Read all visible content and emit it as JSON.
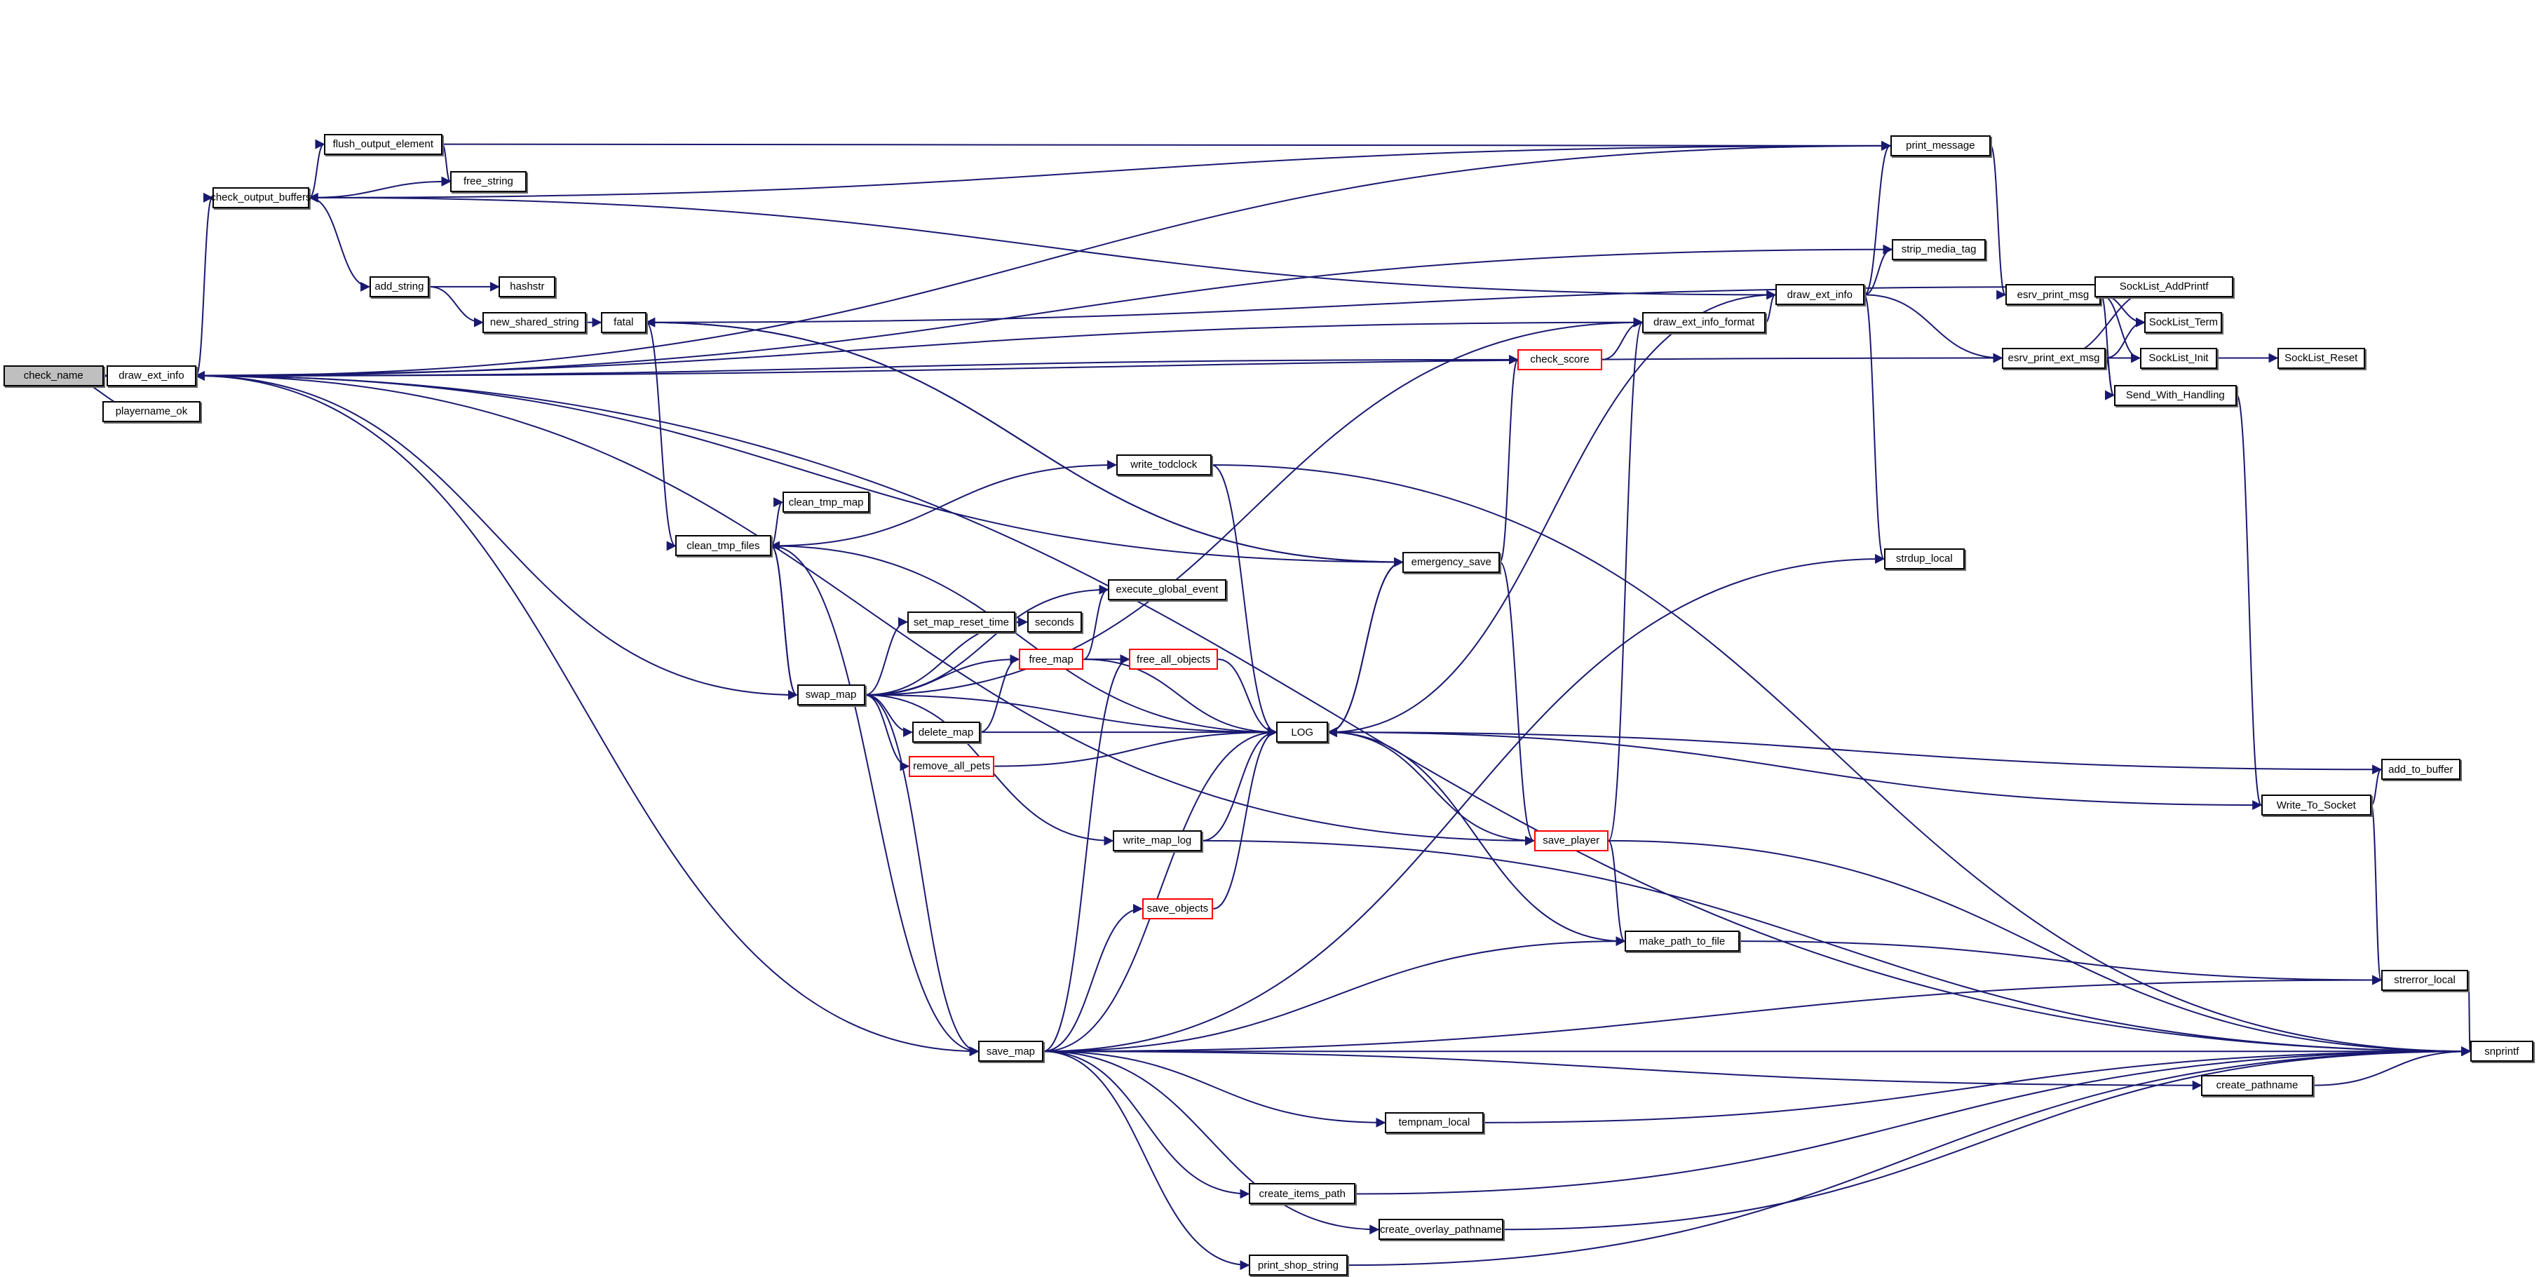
{
  "colors": {
    "edge": "#191970",
    "highlight_fill": "#bfbfbf",
    "incomplete_border": "#ff0000"
  },
  "nodes": [
    {
      "id": "check_name",
      "label": "check_name",
      "highlight": true
    },
    {
      "id": "draw_ext_info_a",
      "label": "draw_ext_info"
    },
    {
      "id": "playername_ok",
      "label": "playername_ok"
    },
    {
      "id": "check_output_buffers",
      "label": "check_output_buffers"
    },
    {
      "id": "flush_output_element",
      "label": "flush_output_element"
    },
    {
      "id": "free_string",
      "label": "free_string"
    },
    {
      "id": "add_string",
      "label": "add_string"
    },
    {
      "id": "hashstr",
      "label": "hashstr"
    },
    {
      "id": "new_shared_string",
      "label": "new_shared_string"
    },
    {
      "id": "fatal",
      "label": "fatal"
    },
    {
      "id": "clean_tmp_map",
      "label": "clean_tmp_map"
    },
    {
      "id": "write_todclock",
      "label": "write_todclock"
    },
    {
      "id": "clean_tmp_files",
      "label": "clean_tmp_files"
    },
    {
      "id": "emergency_save",
      "label": "emergency_save"
    },
    {
      "id": "execute_global_event",
      "label": "execute_global_event"
    },
    {
      "id": "set_map_reset_time",
      "label": "set_map_reset_time"
    },
    {
      "id": "seconds",
      "label": "seconds"
    },
    {
      "id": "free_map",
      "label": "free_map",
      "red": true
    },
    {
      "id": "free_all_objects",
      "label": "free_all_objects",
      "red": true
    },
    {
      "id": "swap_map",
      "label": "swap_map"
    },
    {
      "id": "delete_map",
      "label": "delete_map"
    },
    {
      "id": "LOG",
      "label": "LOG"
    },
    {
      "id": "remove_all_pets",
      "label": "remove_all_pets",
      "red": true
    },
    {
      "id": "write_map_log",
      "label": "write_map_log"
    },
    {
      "id": "save_objects",
      "label": "save_objects",
      "red": true
    },
    {
      "id": "save_map",
      "label": "save_map"
    },
    {
      "id": "check_score",
      "label": "check_score",
      "red": true
    },
    {
      "id": "draw_ext_info_format",
      "label": "draw_ext_info_format"
    },
    {
      "id": "draw_ext_info_b",
      "label": "draw_ext_info"
    },
    {
      "id": "strip_media_tag",
      "label": "strip_media_tag"
    },
    {
      "id": "print_message",
      "label": "print_message"
    },
    {
      "id": "esrv_print_msg",
      "label": "esrv_print_msg"
    },
    {
      "id": "esrv_print_ext_msg",
      "label": "esrv_print_ext_msg"
    },
    {
      "id": "SockList_AddPrintf",
      "label": "SockList_AddPrintf"
    },
    {
      "id": "SockList_Term",
      "label": "SockList_Term"
    },
    {
      "id": "SockList_Init",
      "label": "SockList_Init"
    },
    {
      "id": "SockList_Reset",
      "label": "SockList_Reset"
    },
    {
      "id": "Send_With_Handling",
      "label": "Send_With_Handling"
    },
    {
      "id": "strdup_local",
      "label": "strdup_local"
    },
    {
      "id": "add_to_buffer",
      "label": "add_to_buffer"
    },
    {
      "id": "Write_To_Socket",
      "label": "Write_To_Socket"
    },
    {
      "id": "save_player",
      "label": "save_player",
      "red": true
    },
    {
      "id": "make_path_to_file",
      "label": "make_path_to_file"
    },
    {
      "id": "strerror_local",
      "label": "strerror_local"
    },
    {
      "id": "snprintf",
      "label": "snprintf"
    },
    {
      "id": "create_pathname",
      "label": "create_pathname"
    },
    {
      "id": "tempnam_local",
      "label": "tempnam_local"
    },
    {
      "id": "create_items_path",
      "label": "create_items_path"
    },
    {
      "id": "create_overlay_pathname",
      "label": "create_overlay_pathname"
    },
    {
      "id": "print_shop_string",
      "label": "print_shop_string"
    }
  ],
  "edges": [
    [
      "check_name",
      "draw_ext_info_a"
    ],
    [
      "check_name",
      "playername_ok"
    ],
    [
      "check_name",
      "draw_ext_info_format"
    ],
    [
      "draw_ext_info_a",
      "snprintf"
    ],
    [
      "draw_ext_info_a",
      "print_message"
    ],
    [
      "draw_ext_info_a",
      "check_output_buffers"
    ],
    [
      "draw_ext_info_a",
      "strip_media_tag"
    ],
    [
      "draw_ext_info_a",
      "esrv_print_ext_msg"
    ],
    [
      "check_output_buffers",
      "flush_output_element"
    ],
    [
      "check_output_buffers",
      "free_string"
    ],
    [
      "check_output_buffers",
      "add_string"
    ],
    [
      "check_output_buffers",
      "print_message"
    ],
    [
      "flush_output_element",
      "print_message"
    ],
    [
      "flush_output_element",
      "free_string"
    ],
    [
      "add_string",
      "hashstr"
    ],
    [
      "add_string",
      "new_shared_string"
    ],
    [
      "new_shared_string",
      "fatal"
    ],
    [
      "fatal",
      "clean_tmp_files"
    ],
    [
      "fatal",
      "emergency_save"
    ],
    [
      "SockList_AddPrintf",
      "fatal"
    ],
    [
      "draw_ext_info_format",
      "draw_ext_info_b"
    ],
    [
      "draw_ext_info_b",
      "check_output_buffers"
    ],
    [
      "draw_ext_info_b",
      "print_message"
    ],
    [
      "draw_ext_info_b",
      "strip_media_tag"
    ],
    [
      "draw_ext_info_b",
      "esrv_print_ext_msg"
    ],
    [
      "draw_ext_info_b",
      "strdup_local"
    ],
    [
      "draw_ext_info_b",
      "LOG"
    ],
    [
      "check_score",
      "draw_ext_info_format"
    ],
    [
      "check_score",
      "draw_ext_info_a"
    ],
    [
      "print_message",
      "esrv_print_msg"
    ],
    [
      "esrv_print_msg",
      "SockList_AddPrintf"
    ],
    [
      "esrv_print_msg",
      "SockList_Term"
    ],
    [
      "esrv_print_msg",
      "SockList_Init"
    ],
    [
      "esrv_print_msg",
      "Send_With_Handling"
    ],
    [
      "esrv_print_ext_msg",
      "SockList_AddPrintf"
    ],
    [
      "esrv_print_ext_msg",
      "SockList_Term"
    ],
    [
      "esrv_print_ext_msg",
      "SockList_Init"
    ],
    [
      "esrv_print_ext_msg",
      "Send_With_Handling"
    ],
    [
      "SockList_Init",
      "SockList_Reset"
    ],
    [
      "Send_With_Handling",
      "Write_To_Socket"
    ],
    [
      "Write_To_Socket",
      "add_to_buffer"
    ],
    [
      "Write_To_Socket",
      "LOG"
    ],
    [
      "Write_To_Socket",
      "strerror_local"
    ],
    [
      "add_to_buffer",
      "LOG"
    ],
    [
      "clean_tmp_files",
      "clean_tmp_map"
    ],
    [
      "clean_tmp_files",
      "write_todclock"
    ],
    [
      "clean_tmp_files",
      "swap_map"
    ],
    [
      "clean_tmp_files",
      "LOG"
    ],
    [
      "clean_tmp_files",
      "save_map"
    ],
    [
      "write_todclock",
      "LOG"
    ],
    [
      "write_todclock",
      "snprintf"
    ],
    [
      "swap_map",
      "clean_tmp_files"
    ],
    [
      "swap_map",
      "set_map_reset_time"
    ],
    [
      "swap_map",
      "seconds"
    ],
    [
      "swap_map",
      "execute_global_event"
    ],
    [
      "swap_map",
      "free_map"
    ],
    [
      "swap_map",
      "delete_map"
    ],
    [
      "swap_map",
      "remove_all_pets"
    ],
    [
      "swap_map",
      "LOG"
    ],
    [
      "swap_map",
      "write_map_log"
    ],
    [
      "swap_map",
      "save_map"
    ],
    [
      "swap_map",
      "draw_ext_info_a"
    ],
    [
      "swap_map",
      "draw_ext_info_format"
    ],
    [
      "set_map_reset_time",
      "seconds"
    ],
    [
      "free_map",
      "execute_global_event"
    ],
    [
      "free_map",
      "free_all_objects"
    ],
    [
      "free_map",
      "LOG"
    ],
    [
      "free_all_objects",
      "LOG"
    ],
    [
      "delete_map",
      "free_map"
    ],
    [
      "delete_map",
      "LOG"
    ],
    [
      "remove_all_pets",
      "LOG"
    ],
    [
      "write_map_log",
      "LOG"
    ],
    [
      "write_map_log",
      "snprintf"
    ],
    [
      "emergency_save",
      "LOG"
    ],
    [
      "emergency_save",
      "draw_ext_info_a"
    ],
    [
      "emergency_save",
      "check_score"
    ],
    [
      "emergency_save",
      "save_player"
    ],
    [
      "emergency_save",
      "fatal"
    ],
    [
      "LOG",
      "emergency_save"
    ],
    [
      "save_player",
      "LOG"
    ],
    [
      "save_player",
      "draw_ext_info_format"
    ],
    [
      "save_player",
      "draw_ext_info_a"
    ],
    [
      "save_player",
      "make_path_to_file"
    ],
    [
      "save_player",
      "snprintf"
    ],
    [
      "make_path_to_file",
      "LOG"
    ],
    [
      "make_path_to_file",
      "strerror_local"
    ],
    [
      "save_objects",
      "LOG"
    ],
    [
      "save_map",
      "free_all_objects"
    ],
    [
      "save_map",
      "save_objects"
    ],
    [
      "save_map",
      "LOG"
    ],
    [
      "save_map",
      "make_path_to_file"
    ],
    [
      "save_map",
      "strerror_local"
    ],
    [
      "save_map",
      "create_pathname"
    ],
    [
      "save_map",
      "tempnam_local"
    ],
    [
      "save_map",
      "snprintf"
    ],
    [
      "save_map",
      "create_items_path"
    ],
    [
      "save_map",
      "create_overlay_pathname"
    ],
    [
      "save_map",
      "print_shop_string"
    ],
    [
      "save_map",
      "strdup_local"
    ],
    [
      "save_map",
      "draw_ext_info_a"
    ],
    [
      "strerror_local",
      "snprintf"
    ],
    [
      "create_pathname",
      "snprintf"
    ],
    [
      "tempnam_local",
      "snprintf"
    ],
    [
      "create_items_path",
      "snprintf"
    ],
    [
      "create_overlay_pathname",
      "snprintf"
    ],
    [
      "print_shop_string",
      "snprintf"
    ]
  ]
}
